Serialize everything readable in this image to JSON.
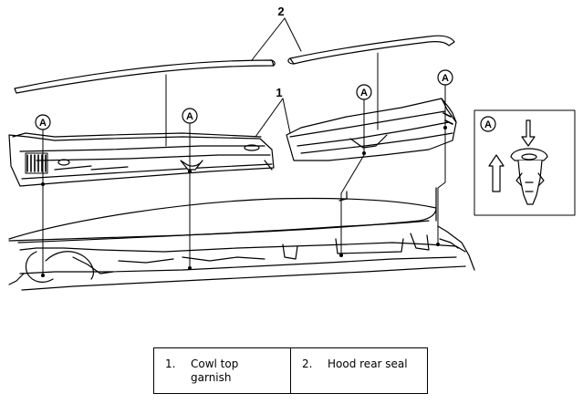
{
  "callouts": {
    "seal": "2",
    "garnish": "1",
    "clip": "A"
  },
  "detail": {
    "label": "A"
  },
  "legend": [
    {
      "number": "1.",
      "text": "Cowl top garnish"
    },
    {
      "number": "2.",
      "text": "Hood rear seal"
    }
  ]
}
